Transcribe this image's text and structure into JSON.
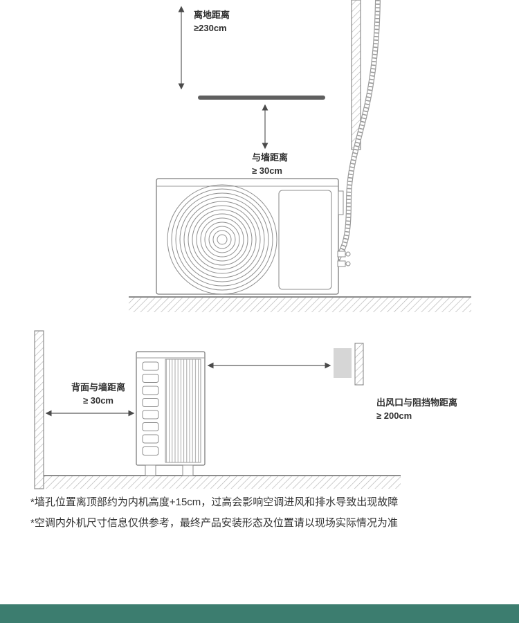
{
  "colors": {
    "footer_bar": "#3c7d6f",
    "line": "#8c8c8c",
    "text": "#2f2f2f"
  },
  "top_diagram": {
    "ground_clearance_label": "离地距离",
    "ground_clearance_value": "≥230cm",
    "wall_distance_label": "与墙距离",
    "wall_distance_value": "≥ 30cm"
  },
  "side_diagram": {
    "back_wall_label": "背面与墙距离",
    "back_wall_value": "≥ 30cm",
    "outlet_label": "出风口与阻挡物距离",
    "outlet_value": "≥ 200cm"
  },
  "notes": {
    "line1": "*墙孔位置离顶部约为内机高度+15cm，过高会影响空调进风和排水导致出现故障",
    "line2": "*空调内外机尺寸信息仅供参考，最终产品安装形态及位置请以现场实际情况为准"
  }
}
